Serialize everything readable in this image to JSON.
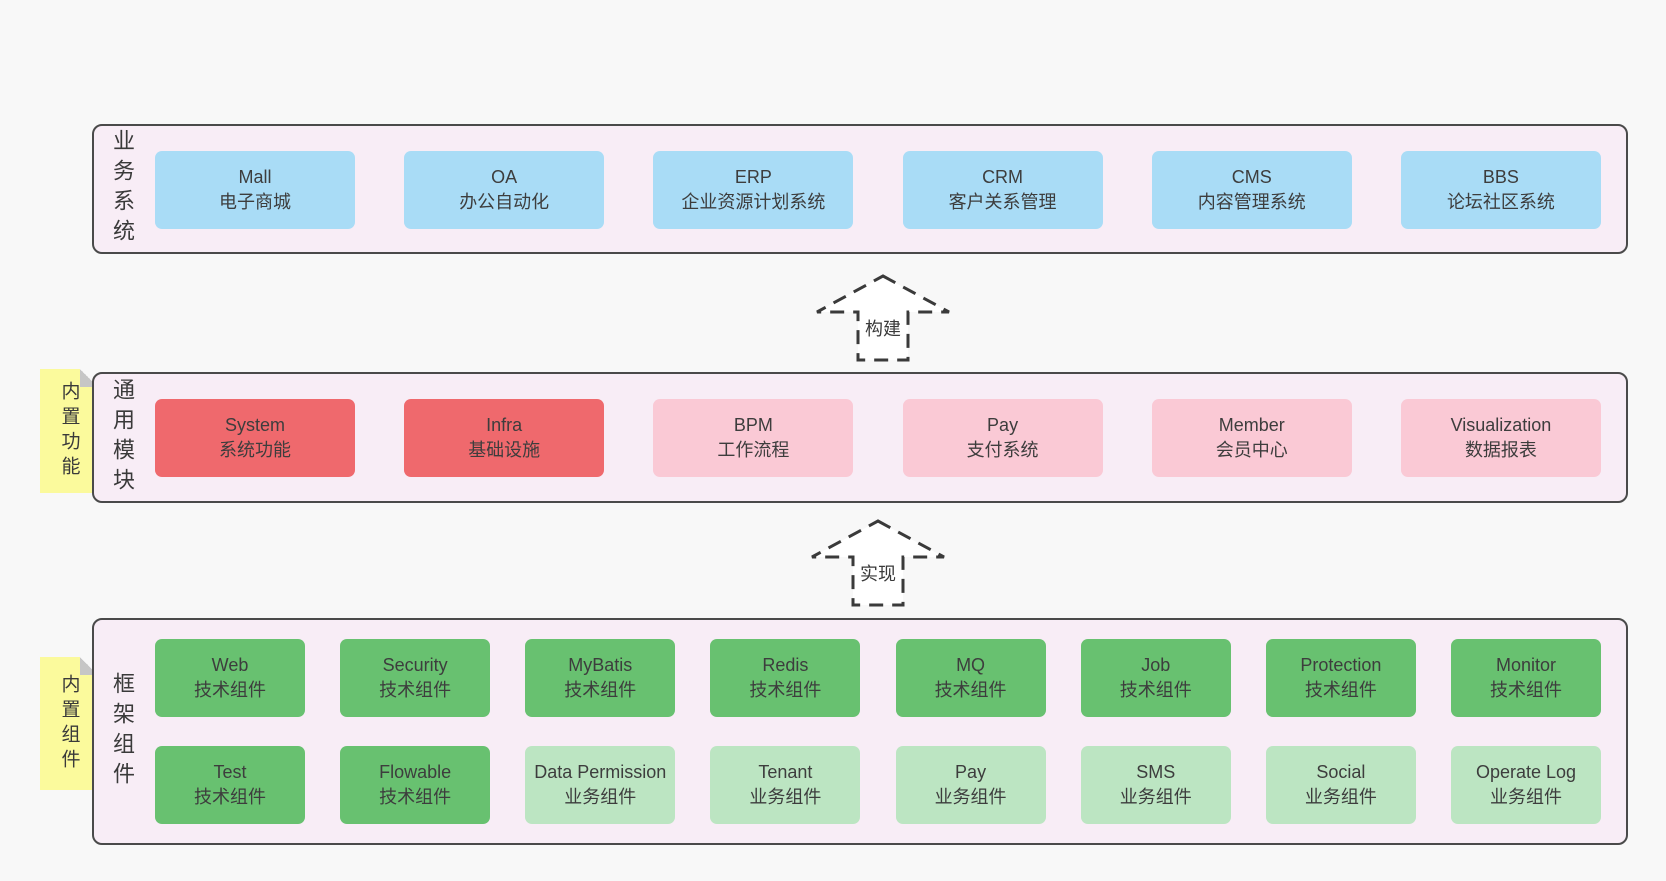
{
  "diagram": {
    "colors": {
      "page_bg": "#f8f8f8",
      "band_bg": "#f8edf6",
      "band_border": "#4a4a4a",
      "blue_box": "#a9dcf6",
      "red_box": "#ef696d",
      "pink_box": "#fac9d5",
      "green_box": "#68c170",
      "light_green_box": "#bce5c2",
      "note_yellow": "#fbfa9c",
      "fold_gray": "#c6c6c6",
      "text": "#3d3d3d"
    },
    "arrows": [
      {
        "label": "构建"
      },
      {
        "label": "实现"
      }
    ],
    "business": {
      "side_label": "业务系统",
      "boxes": [
        {
          "en": "Mall",
          "zh": "电子商城"
        },
        {
          "en": "OA",
          "zh": "办公自动化"
        },
        {
          "en": "ERP",
          "zh": "企业资源计划系统"
        },
        {
          "en": "CRM",
          "zh": "客户关系管理"
        },
        {
          "en": "CMS",
          "zh": "内容管理系统"
        },
        {
          "en": "BBS",
          "zh": "论坛社区系统"
        }
      ]
    },
    "modules": {
      "side_label": "通用模块",
      "note_label": "内置功能",
      "boxes": [
        {
          "en": "System",
          "zh": "系统功能"
        },
        {
          "en": "Infra",
          "zh": "基础设施"
        },
        {
          "en": "BPM",
          "zh": "工作流程"
        },
        {
          "en": "Pay",
          "zh": "支付系统"
        },
        {
          "en": "Member",
          "zh": "会员中心"
        },
        {
          "en": "Visualization",
          "zh": "数据报表"
        }
      ]
    },
    "framework": {
      "side_label": "框架组件",
      "note_label": "内置组件",
      "row1": [
        {
          "en": "Web",
          "zh": "技术组件"
        },
        {
          "en": "Security",
          "zh": "技术组件"
        },
        {
          "en": "MyBatis",
          "zh": "技术组件"
        },
        {
          "en": "Redis",
          "zh": "技术组件"
        },
        {
          "en": "MQ",
          "zh": "技术组件"
        },
        {
          "en": "Job",
          "zh": "技术组件"
        },
        {
          "en": "Protection",
          "zh": "技术组件"
        },
        {
          "en": "Monitor",
          "zh": "技术组件"
        }
      ],
      "row2": [
        {
          "en": "Test",
          "zh": "技术组件"
        },
        {
          "en": "Flowable",
          "zh": "技术组件"
        },
        {
          "en": "Data Permission",
          "zh": "业务组件"
        },
        {
          "en": "Tenant",
          "zh": "业务组件"
        },
        {
          "en": "Pay",
          "zh": "业务组件"
        },
        {
          "en": "SMS",
          "zh": "业务组件"
        },
        {
          "en": "Social",
          "zh": "业务组件"
        },
        {
          "en": "Operate Log",
          "zh": "业务组件"
        }
      ]
    }
  }
}
